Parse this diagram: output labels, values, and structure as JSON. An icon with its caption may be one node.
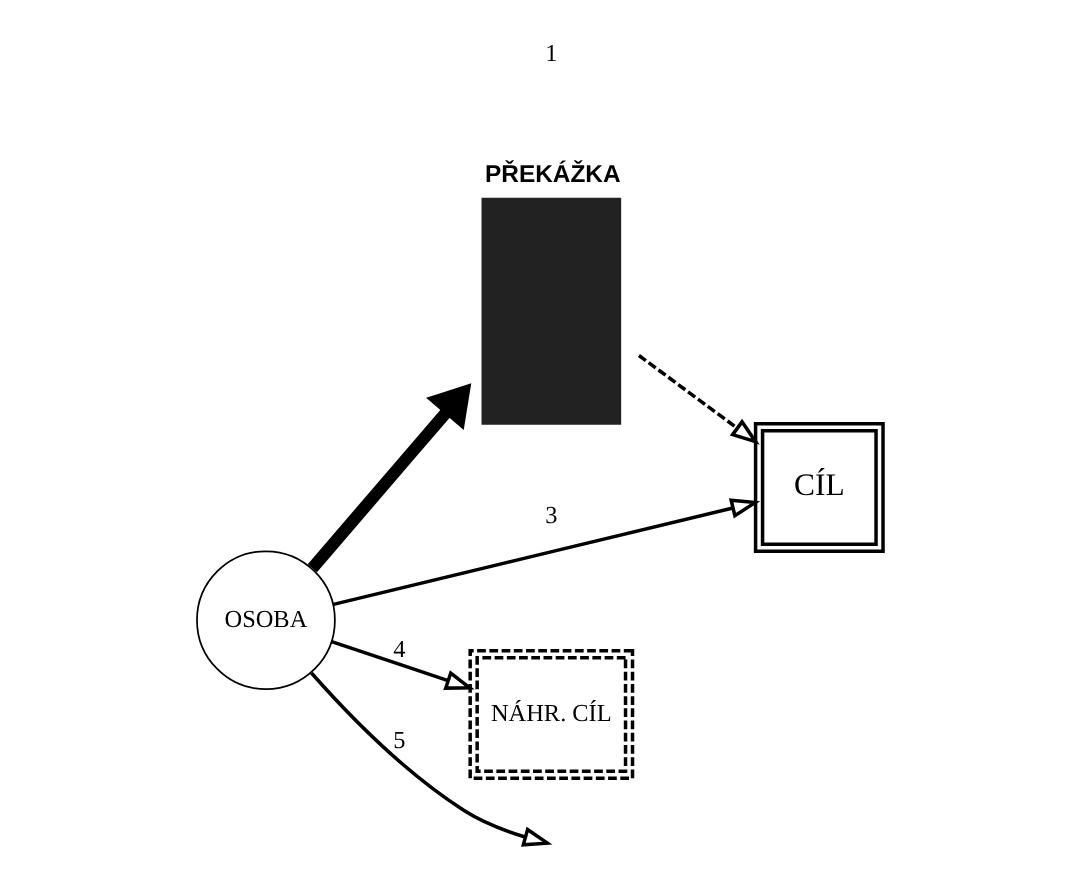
{
  "diagram": {
    "nodes": [
      {
        "text": [
          "OSOBA"
        ]
      },
      {
        "text": [
          "PŘEKÁŽKA"
        ]
      },
      {
        "text": [
          "CÍL"
        ]
      },
      {
        "text": [
          "NÁHR. CÍL"
        ]
      }
    ],
    "edges": [
      {
        "from": 0,
        "to": 1,
        "arrow": "to",
        "style": "thick"
      },
      {
        "from": 1,
        "to": 2,
        "arrow": "to",
        "style": "dashed"
      },
      {
        "from": 0,
        "to": 2,
        "arrow": "to",
        "label": "3"
      },
      {
        "from": 0,
        "to": 3,
        "arrow": "to",
        "label": "4"
      },
      {
        "from": 0,
        "to": null,
        "arrow": "to",
        "label": "5"
      }
    ],
    "labels": [
      "1"
    ]
  }
}
